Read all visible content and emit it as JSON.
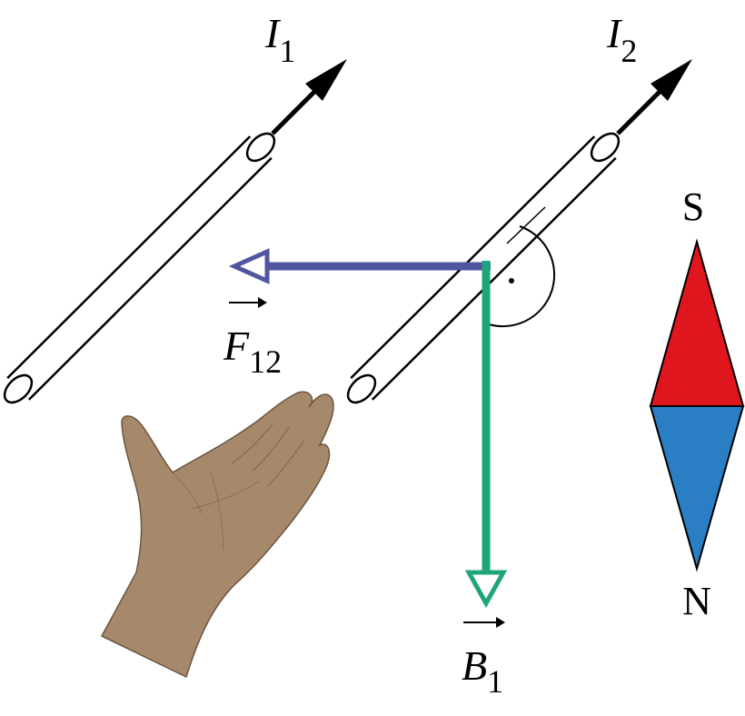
{
  "wires": [
    {
      "current_symbol": "I",
      "current_subscript": "1"
    },
    {
      "current_symbol": "I",
      "current_subscript": "2"
    }
  ],
  "vectors": {
    "force": {
      "symbol": "F",
      "subscript": "12",
      "color": "#5055a0"
    },
    "field": {
      "symbol": "B",
      "subscript": "1",
      "color": "#1fa57a"
    }
  },
  "compass": {
    "north_label": "N",
    "south_label": "S",
    "south_color": "#e0161f",
    "north_color": "#2a7fc4"
  },
  "hand": {
    "skin_color": "#a6896a"
  },
  "icons": {
    "hand": "open-hand-icon",
    "compass": "compass-needle-icon"
  }
}
